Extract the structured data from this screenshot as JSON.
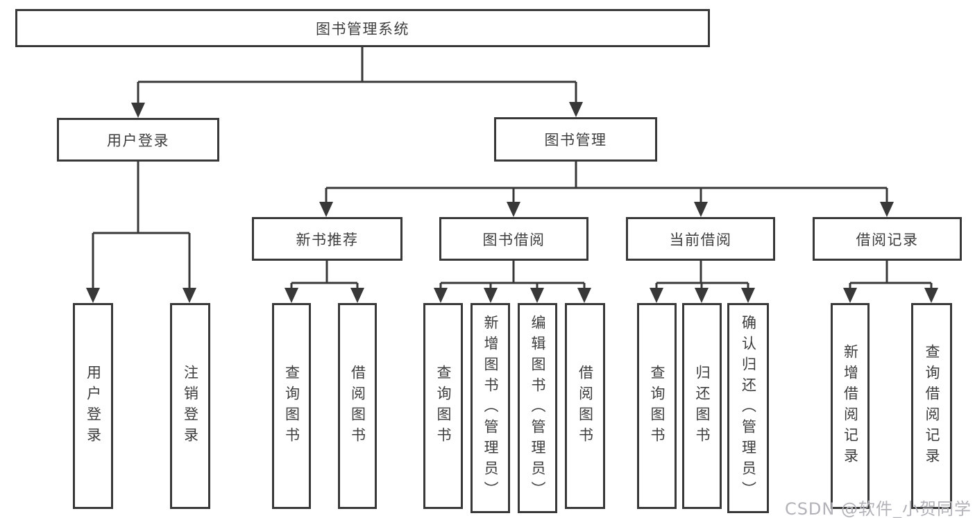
{
  "nodes": {
    "root": "图书管理系统",
    "user_login": "用户登录",
    "book_mgmt": "图书管理",
    "new_book_rec": "新书推荐",
    "book_borrow": "图书借阅",
    "current_borrow": "当前借阅",
    "borrow_records": "借阅记录",
    "leaf_user_login": "用户登录",
    "leaf_logout": "注销登录",
    "leaf_query_book_1": "查询图书",
    "leaf_borrow_book_1": "借阅图书",
    "leaf_query_book_2": "查询图书",
    "leaf_add_book": "新增图书（管理员）",
    "leaf_edit_book": "编辑图书（管理员）",
    "leaf_borrow_book_2": "借阅图书",
    "leaf_query_book_3": "查询图书",
    "leaf_return_book": "归还图书",
    "leaf_confirm_return": "确认归还（管理员）",
    "leaf_add_record": "新增借阅记录",
    "leaf_query_record": "查询借阅记录"
  },
  "hierarchy": {
    "图书管理系统": {
      "用户登录": [
        "用户登录",
        "注销登录"
      ],
      "图书管理": {
        "新书推荐": [
          "查询图书",
          "借阅图书"
        ],
        "图书借阅": [
          "查询图书",
          "新增图书（管理员）",
          "编辑图书（管理员）",
          "借阅图书"
        ],
        "当前借阅": [
          "查询图书",
          "归还图书",
          "确认归还（管理员）"
        ],
        "借阅记录": [
          "新增借阅记录",
          "查询借阅记录"
        ]
      }
    }
  },
  "watermark": "CSDN @软件_小贺同学",
  "colors": {
    "line": "#383838",
    "text": "#3d3d3d",
    "box_background": "#ffffff",
    "watermark": "#b2b2b8"
  }
}
